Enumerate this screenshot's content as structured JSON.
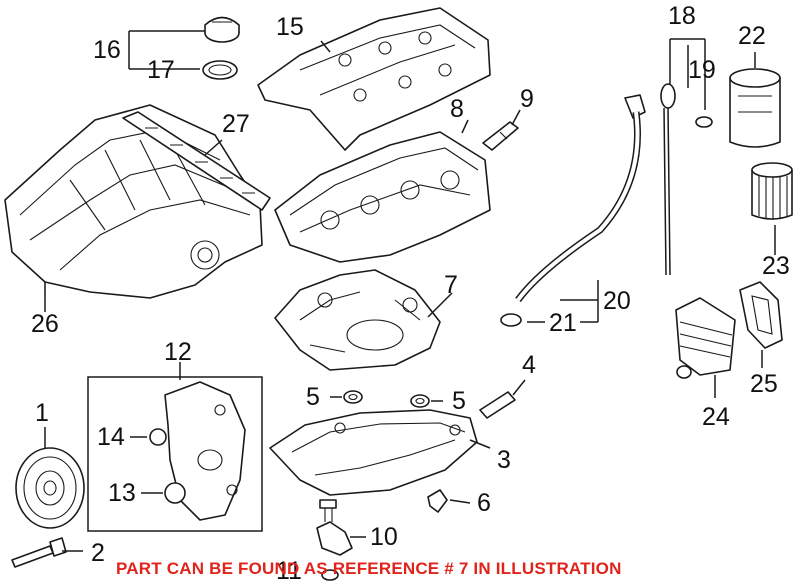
{
  "diagram": {
    "callouts": {
      "c1": "1",
      "c2": "2",
      "c3": "3",
      "c4": "4",
      "c5a": "5",
      "c5b": "5",
      "c6": "6",
      "c7": "7",
      "c8": "8",
      "c9": "9",
      "c10": "10",
      "c11": "11",
      "c12": "12",
      "c13": "13",
      "c14": "14",
      "c15": "15",
      "c16": "16",
      "c17": "17",
      "c18": "18",
      "c19": "19",
      "c20": "20",
      "c21": "21",
      "c22": "22",
      "c23": "23",
      "c24": "24",
      "c25": "25",
      "c26": "26",
      "c27": "27"
    },
    "notice": "PART CAN BE FOUND AS REFERENCE # 7 IN ILLUSTRATION",
    "notice_color": "#e0241b",
    "line_color": "#1a1a1a"
  }
}
